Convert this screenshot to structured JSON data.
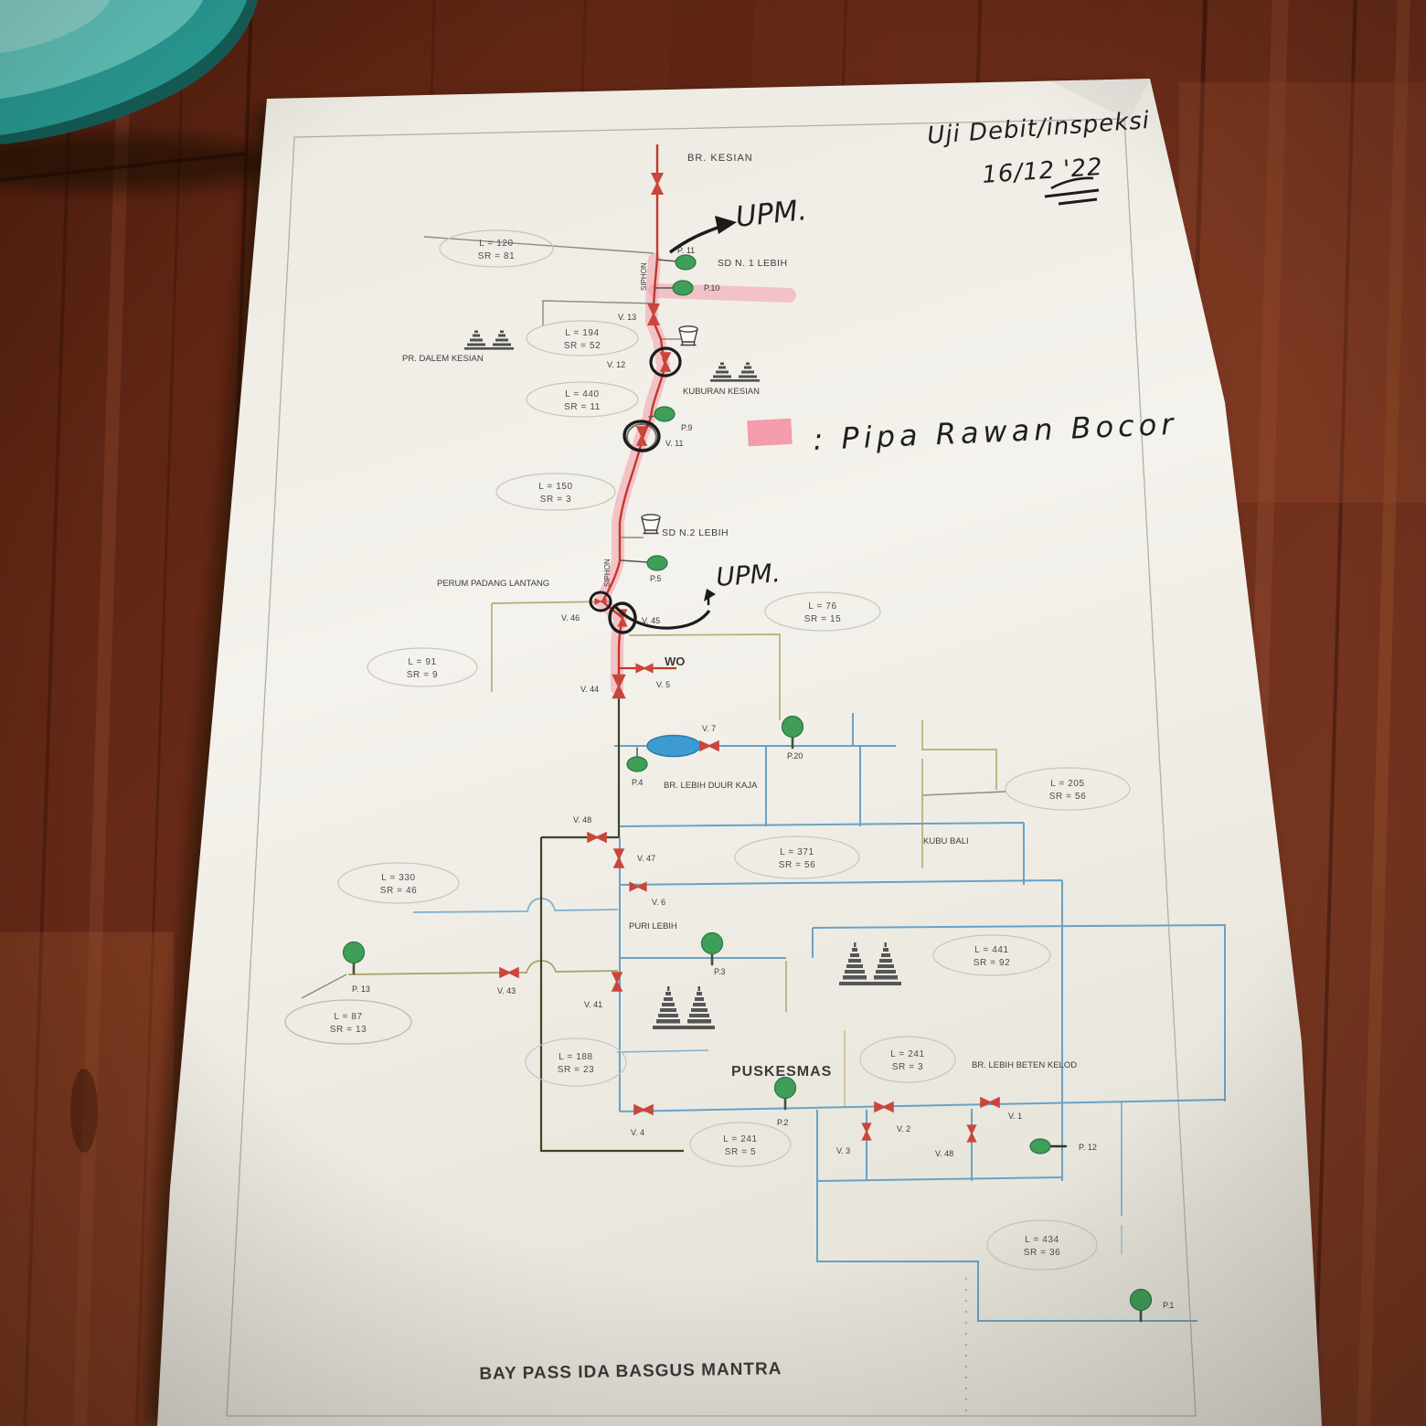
{
  "annotations": {
    "inspection_note_line1": "Uji Debit/inspeksi",
    "inspection_note_line2": "16/12 '22",
    "upm_top": "UPM.",
    "upm_mid": "UPM.",
    "legend_text": ": Pipa Rawan Bocor",
    "legend_swatch_color": "#f29cac"
  },
  "footer_title": "BAY PASS IDA BASGUS MANTRA",
  "areas": {
    "br_kesian": "BR. KESIAN",
    "siphon": "SIPHON",
    "pr_dalem_kesian": "PR. DALEM KESIAN",
    "kuburan_kesian": "KUBURAN KESIAN",
    "sd_n1_lebih": "SD N. 1  LEBIH",
    "sd_n2_lebih": "SD N.2  LEBIH",
    "perum_padang_lantang": "PERUM PADANG LANTANG",
    "wo": "WO",
    "br_lebih_duur_kaja": "BR. LEBIH DUUR KAJA",
    "kubu_bali": "KUBU BALI",
    "puri_lebih": "PURI LEBIH",
    "puskesmas": "PUSKESMAS",
    "br_lebih_beten_kelod": "BR. LEBIH BETEN KELOD"
  },
  "points": {
    "p1": "P.1",
    "p2": "P.2",
    "p3": "P.3",
    "p4": "P.4",
    "p5": "P.5",
    "p9": "P.9",
    "p10": "P.10",
    "p11": "P. 11",
    "p12": "P. 12",
    "p13": "P. 13",
    "p20": "P.20"
  },
  "valves": {
    "v1": "V. 1",
    "v2": "V. 2",
    "v3": "V. 3",
    "v4": "V. 4",
    "v5": "V. 5",
    "v6": "V. 6",
    "v7": "V. 7",
    "v11": "V. 11",
    "v12": "V. 12",
    "v13": "V. 13",
    "v41": "V. 41",
    "v43": "V. 43",
    "v44": "V. 44",
    "v45": "V. 45",
    "v46": "V. 46",
    "v47": "V. 47",
    "v48": "V. 48",
    "v48b": "V. 48"
  },
  "measurements": [
    {
      "l": "L = 120",
      "sr": "SR = 81"
    },
    {
      "l": "L = 194",
      "sr": "SR = 52"
    },
    {
      "l": "L = 440",
      "sr": "SR = 11"
    },
    {
      "l": "L = 150",
      "sr": "SR = 3"
    },
    {
      "l": "L = 76",
      "sr": "SR = 15"
    },
    {
      "l": "L = 91",
      "sr": "SR = 9"
    },
    {
      "l": "L = 205",
      "sr": "SR = 56"
    },
    {
      "l": "L = 371",
      "sr": "SR = 56"
    },
    {
      "l": "L = 330",
      "sr": "SR = 46"
    },
    {
      "l": "L = 441",
      "sr": "SR = 92"
    },
    {
      "l": "L = 87",
      "sr": "SR = 13"
    },
    {
      "l": "L = 188",
      "sr": "SR = 23"
    },
    {
      "l": "L = 241",
      "sr": "SR = 3"
    },
    {
      "l": "L = 241",
      "sr": "SR = 5"
    },
    {
      "l": "L = 434",
      "sr": "SR = 36"
    }
  ]
}
